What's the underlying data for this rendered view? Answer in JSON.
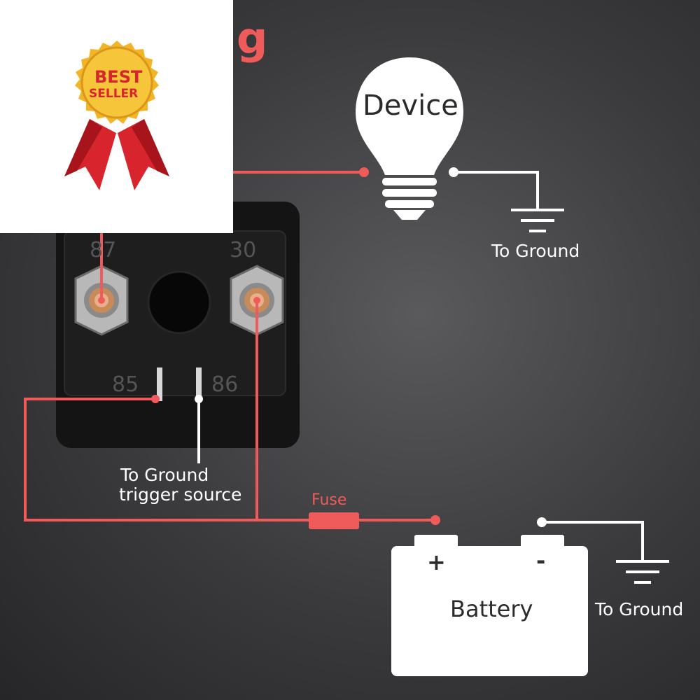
{
  "title_fragment": "g",
  "badge": {
    "line1": "BEST",
    "line2": "SELLER"
  },
  "relay": {
    "pins": {
      "p87": "87",
      "p30": "30",
      "p85": "85",
      "p86": "86"
    }
  },
  "device": {
    "label": "Device",
    "ground_label": "To Ground"
  },
  "trigger": {
    "line1": "To Ground",
    "line2": "trigger source"
  },
  "fuse": {
    "label": "Fuse"
  },
  "battery": {
    "label": "Battery",
    "plus": "+",
    "minus": "-",
    "ground_label": "To Ground"
  },
  "colors": {
    "wire_red": "#ef5a5a",
    "wire_white": "#ffffff",
    "badge_gold": "#f2b526",
    "badge_ribbon": "#d8242c",
    "relay_body": "#141414"
  }
}
